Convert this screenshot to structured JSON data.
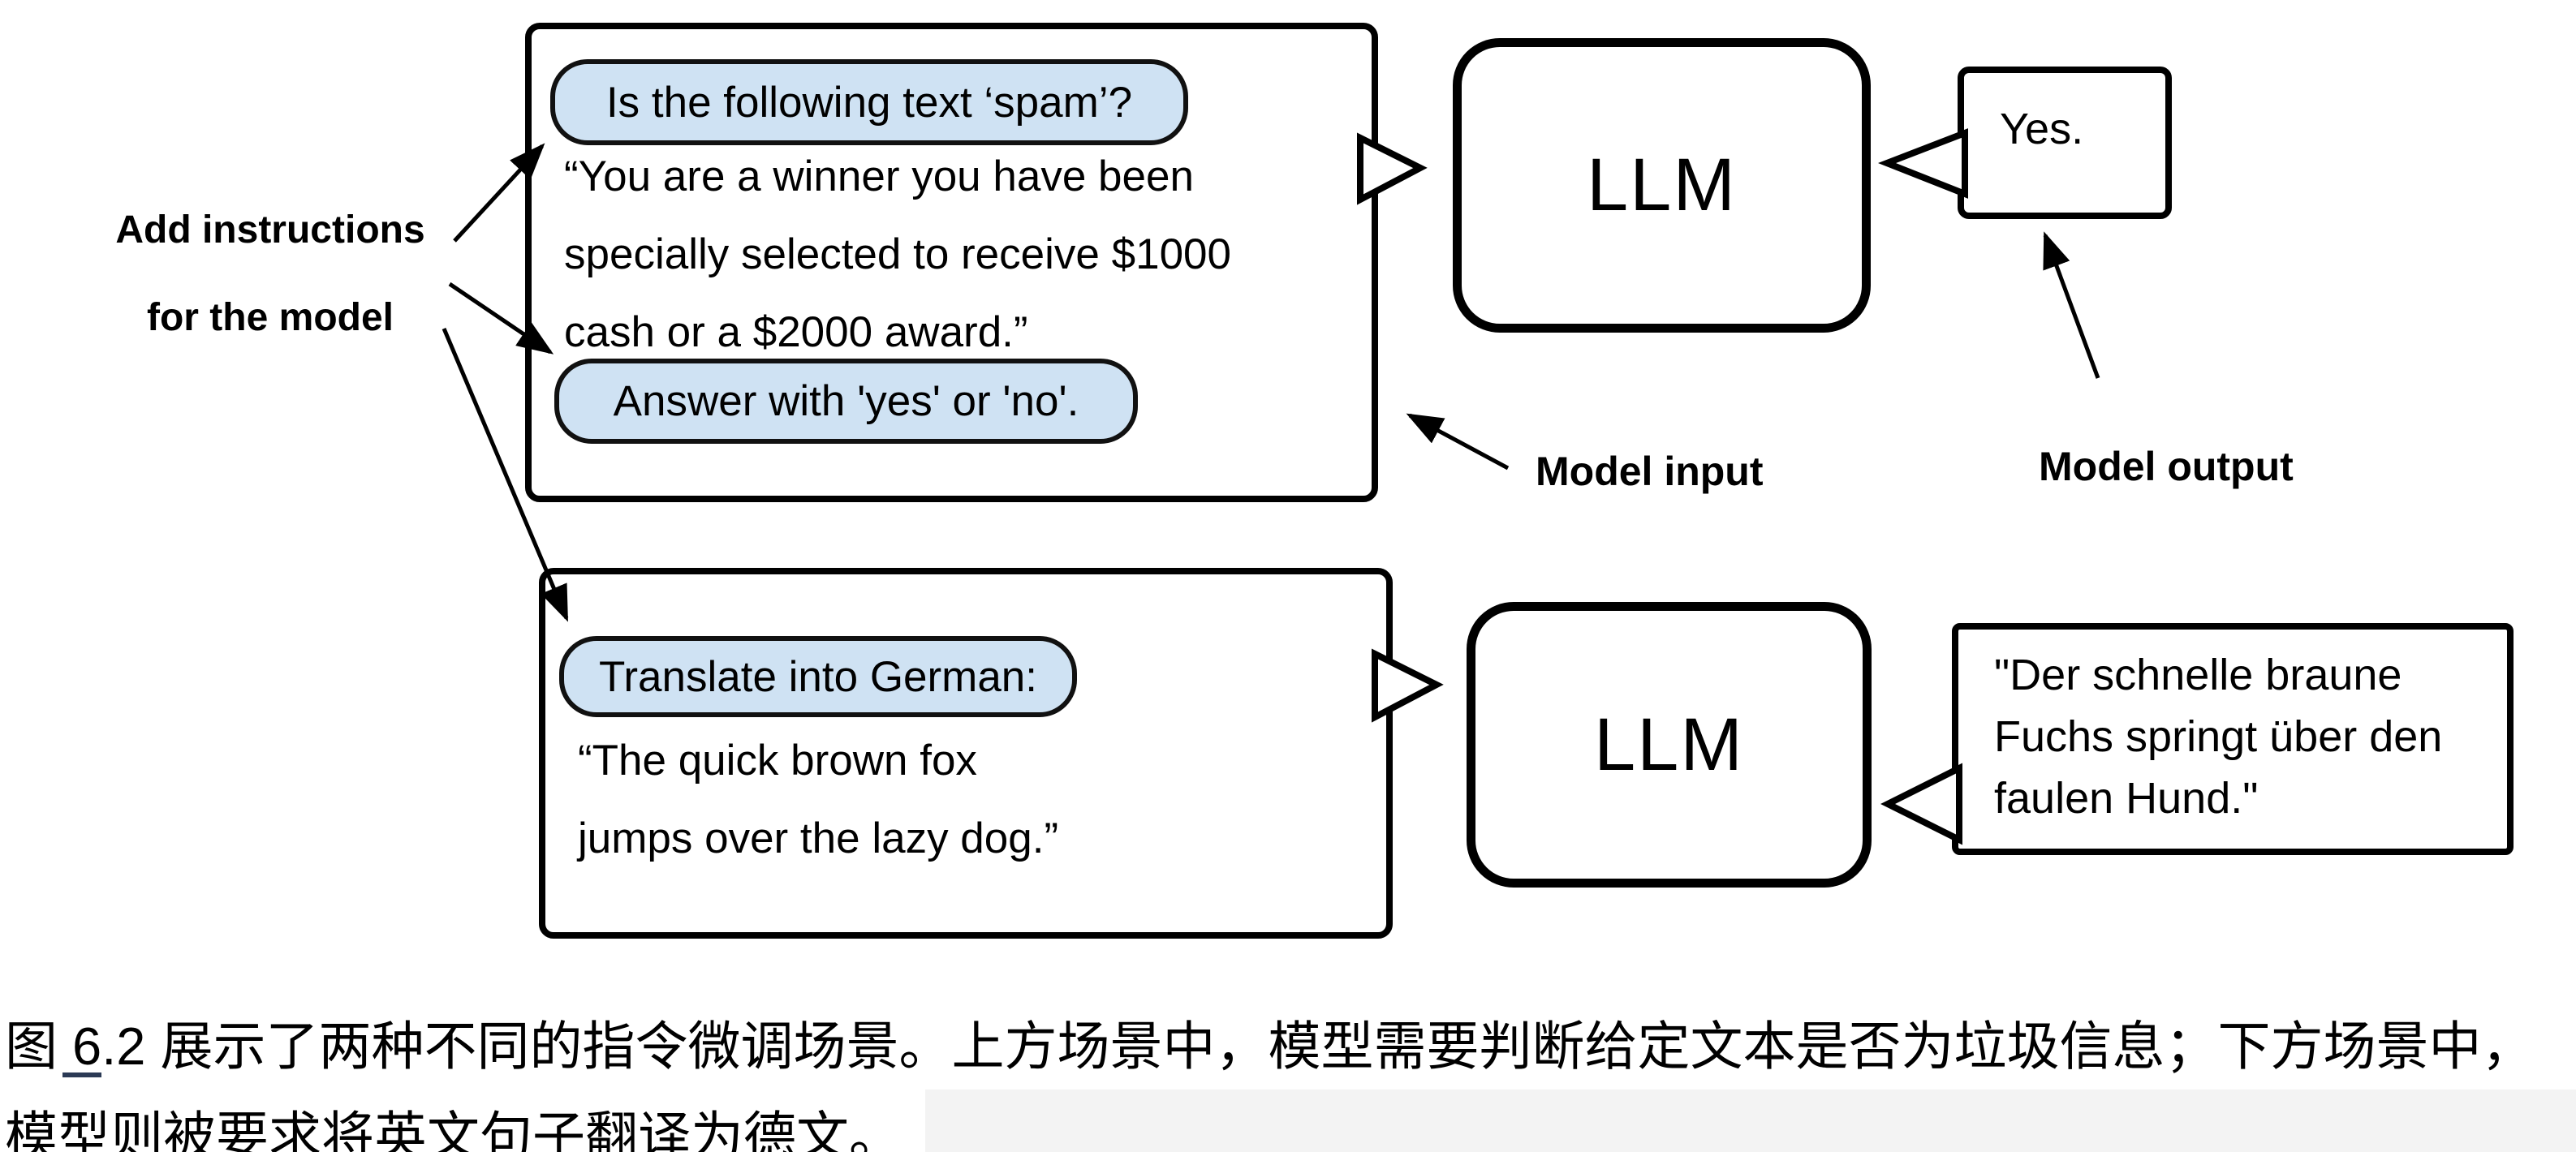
{
  "colors": {
    "pill_bg": "#cfe2f3",
    "stroke": "#000000",
    "background": "#ffffff",
    "grey_band": "#f3f3f3"
  },
  "annotations": {
    "add_instructions_line1": "Add instructions",
    "add_instructions_line2": "for the model",
    "model_input": "Model input",
    "model_output": "Model output"
  },
  "top_scenario": {
    "instruction_pill_1": "Is the following text ‘spam’?",
    "body_line_1": "“You are a winner you have been",
    "body_line_2": "specially selected to receive $1000",
    "body_line_3": "cash or a $2000 award.”",
    "instruction_pill_2": "Answer with 'yes' or 'no'.",
    "llm_label": "LLM",
    "output": "Yes."
  },
  "bottom_scenario": {
    "instruction_pill": "Translate into German:",
    "body_line_1": "“The quick brown fox",
    "body_line_2": "jumps over the lazy dog.”",
    "llm_label": "LLM",
    "output_line_1": "\"Der schnelle braune",
    "output_line_2": "Fuchs springt über den",
    "output_line_3": "faulen Hund.\""
  },
  "caption": {
    "line1": "图 6.2 展示了两种不同的指令微调场景。上方场景中，模型需要判断给定文本是否为垃圾信息；下方场景中，",
    "line2": "模型则被要求将英文句子翻译为德文。"
  }
}
